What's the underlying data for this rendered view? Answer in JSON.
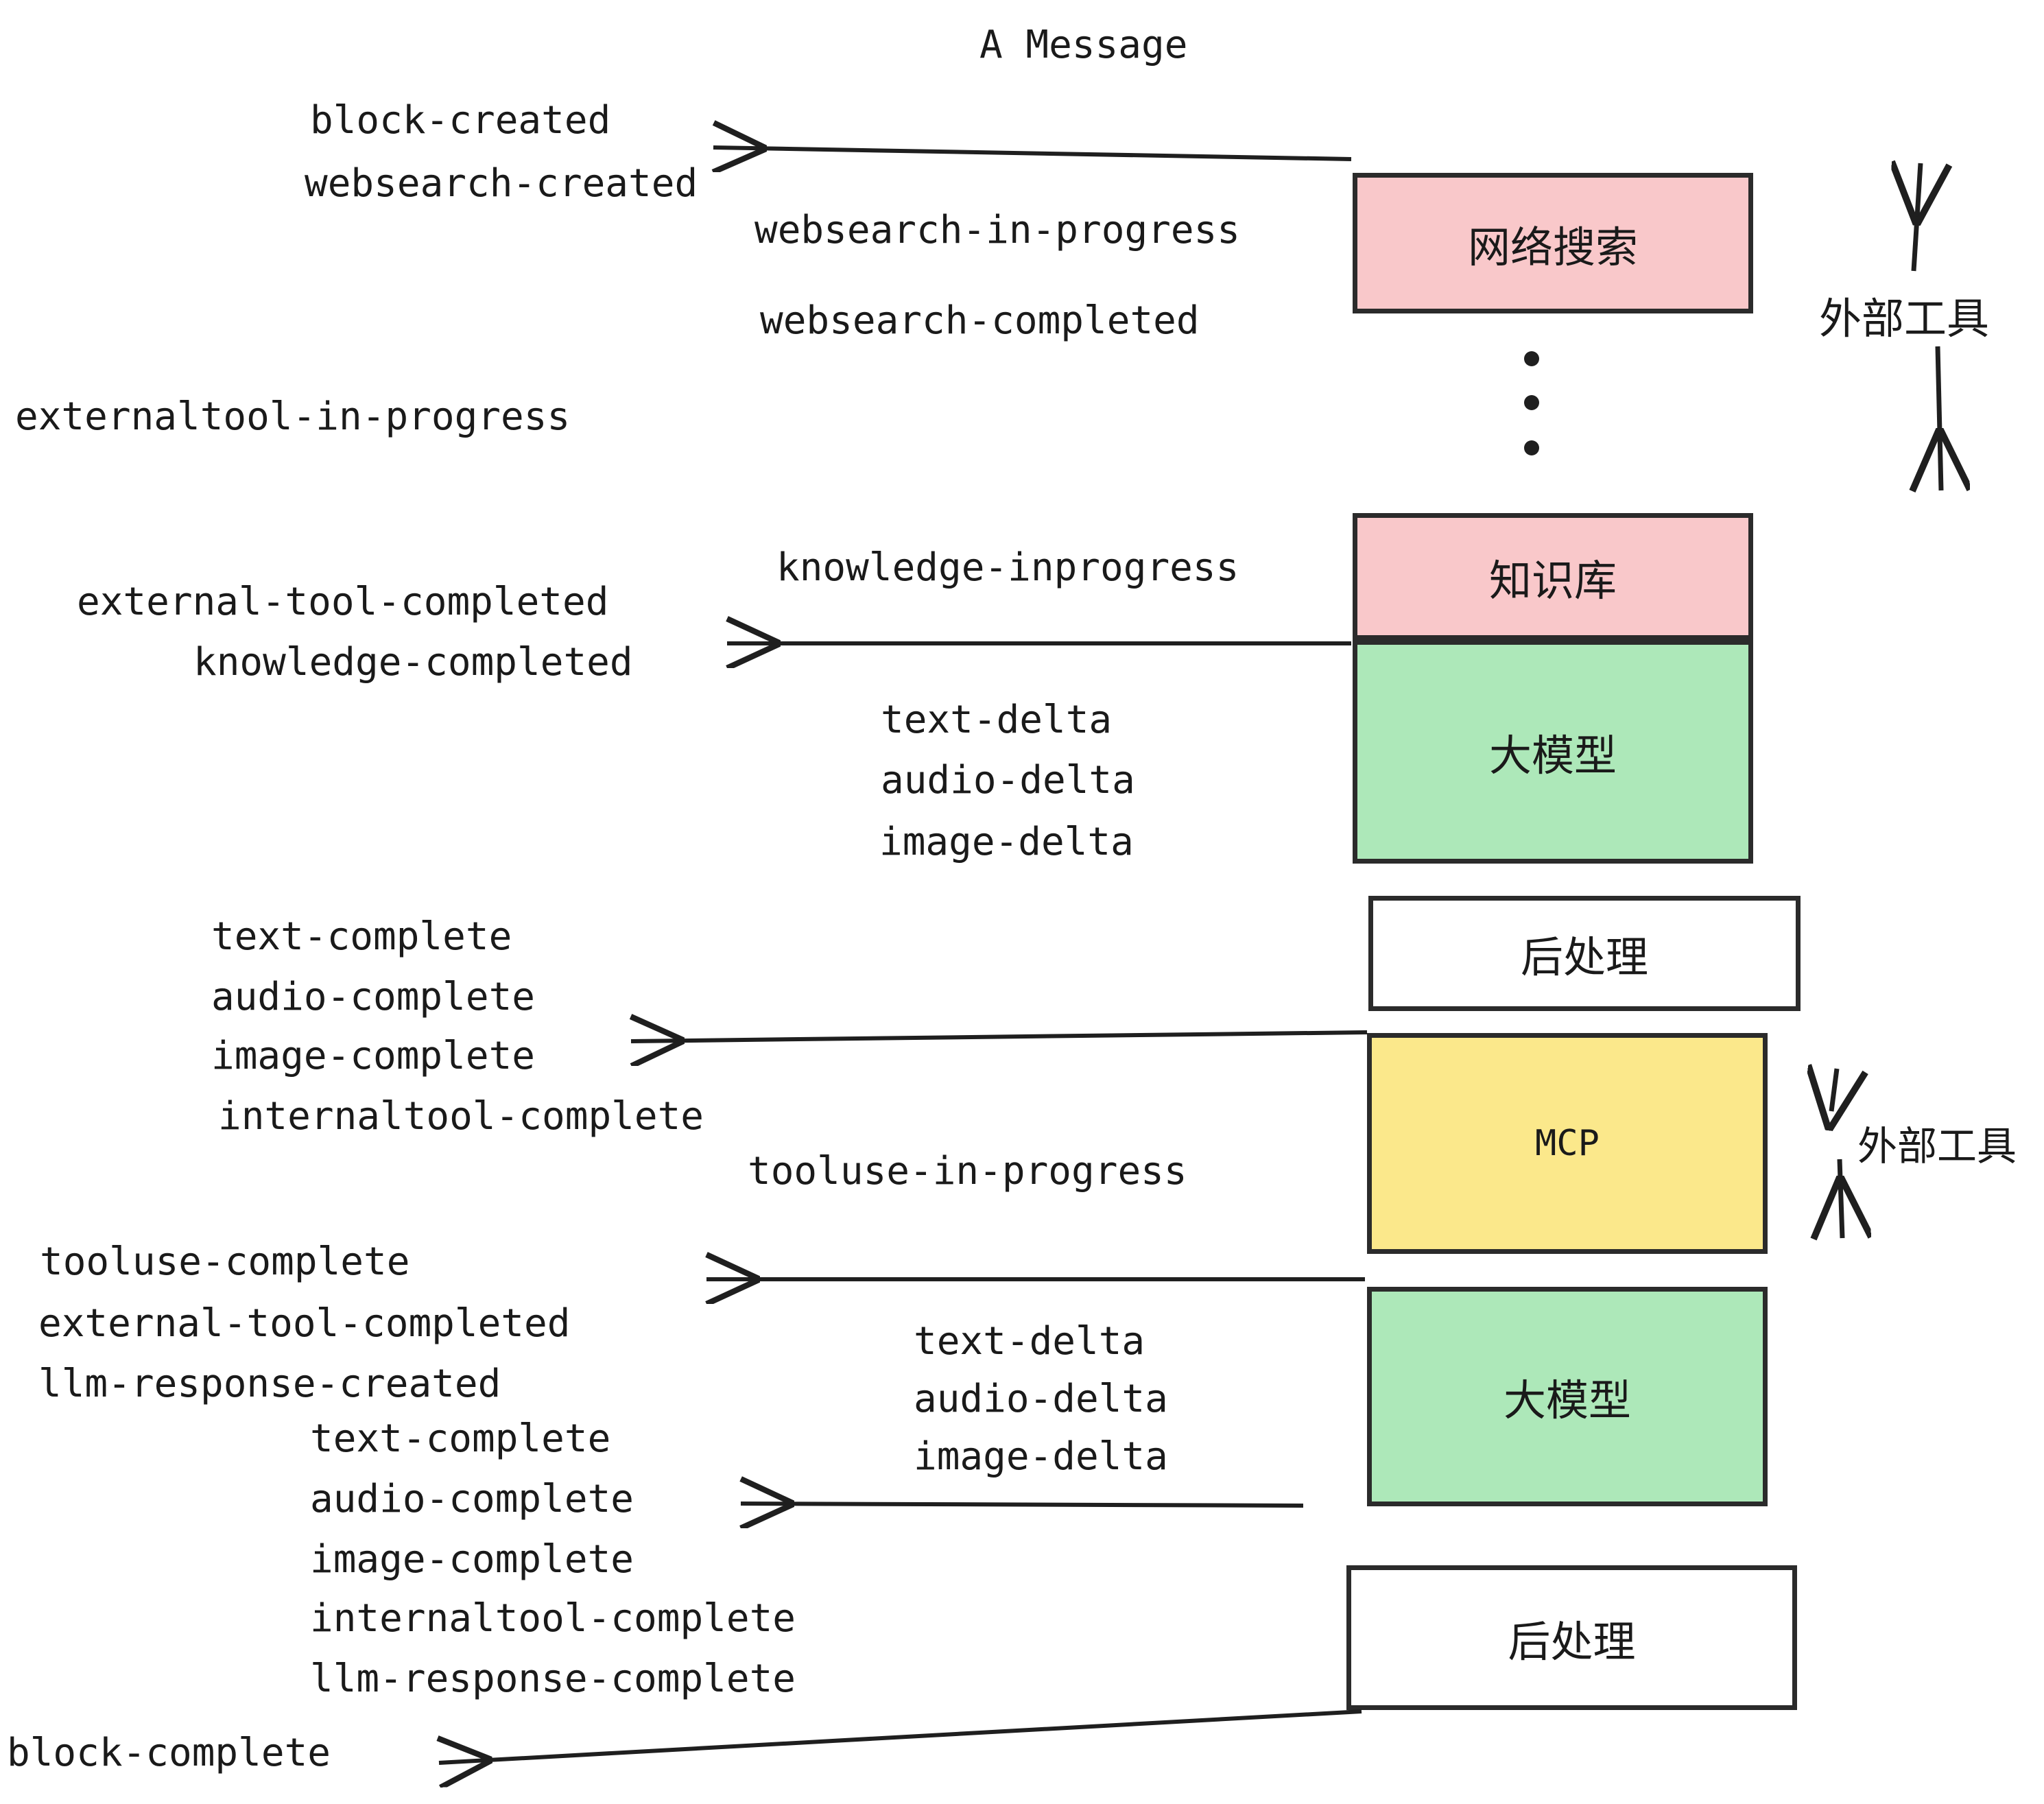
{
  "diagram": {
    "title": "A Message",
    "boxes": [
      {
        "label": "网络搜索",
        "color": "#f9c8ca",
        "kind": "cjk"
      },
      {
        "label": "知识库",
        "color": "#f9c8ca",
        "kind": "cjk"
      },
      {
        "label": "大模型",
        "color": "#ade8b9",
        "kind": "cjk"
      },
      {
        "label": "后处理",
        "color": "#ffffff",
        "kind": "cjk"
      },
      {
        "label": "MCP",
        "color": "#fbe88b",
        "kind": "latin"
      },
      {
        "label": "大模型",
        "color": "#ade8b9",
        "kind": "cjk"
      },
      {
        "label": "后处理",
        "color": "#ffffff",
        "kind": "cjk"
      }
    ],
    "side_labels": [
      {
        "text": "外部工具"
      },
      {
        "text": "外部工具"
      }
    ],
    "events": [
      "block-created",
      "websearch-created",
      "websearch-in-progress",
      "websearch-completed",
      "externaltool-in-progress",
      "knowledge-inprogress",
      "external-tool-completed",
      "knowledge-completed",
      "text-delta",
      "audio-delta",
      "image-delta",
      "text-complete",
      "audio-complete",
      "image-complete",
      "internaltool-complete",
      "tooluse-in-progress",
      "tooluse-complete",
      "external-tool-completed",
      "llm-response-created",
      "text-complete",
      "audio-complete",
      "image-complete",
      "internaltool-complete",
      "llm-response-complete",
      "block-complete",
      "text-delta",
      "audio-delta",
      "image-delta"
    ],
    "colors": {
      "stroke": "#2b2b2b",
      "text": "#1a1a1a",
      "pink": "#f9c8ca",
      "green": "#ade8b9",
      "yellow": "#fbe88b",
      "white": "#ffffff"
    }
  }
}
